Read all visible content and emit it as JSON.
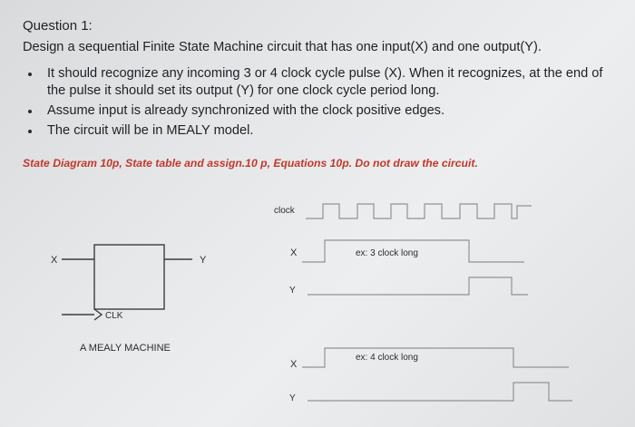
{
  "question": {
    "title": "Question 1:",
    "lead": "Design a sequential Finite State Machine circuit that has one input(X) and one output(Y).",
    "bullets": [
      "It should recognize any incoming 3 or 4 clock cycle pulse (X). When it recognizes, at the end of the pulse it should set its output (Y) for one clock cycle period long.",
      "Assume input is already synchronized with the clock positive edges.",
      "The circuit will be in MEALY model."
    ],
    "grading": "State Diagram 10p, State table and assign.10 p, Equations 10p. Do not draw the circuit."
  },
  "block_diagram": {
    "input_label": "X",
    "output_label": "Y",
    "clock_label": "CLK",
    "caption": "A MEALY MACHINE"
  },
  "timing": {
    "clock_label": "clock",
    "example1": {
      "x_label": "X",
      "y_label": "Y",
      "note": "ex: 3 clock long"
    },
    "example2": {
      "x_label": "X",
      "y_label": "Y",
      "note": "ex: 4 clock long"
    }
  },
  "colors": {
    "text": "#1e2026",
    "grading": "#c0392b",
    "waveform": "#8f9399",
    "diagram_line": "#3a3c42"
  }
}
